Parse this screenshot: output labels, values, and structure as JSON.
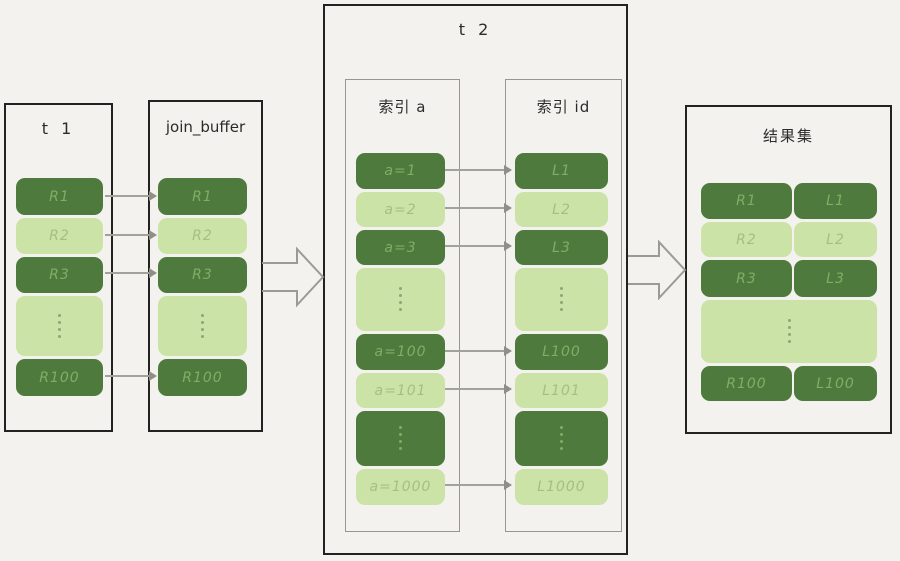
{
  "colors": {
    "page_bg": "#f4f2ee",
    "cell_dark": "#4e7b3d",
    "cell_light": "#cbe3a7",
    "text_on_dark": "#7fae65",
    "text_on_light": "#a4c07e",
    "box_border_dark": "#222220",
    "box_border_gray": "#98968f",
    "arrow_gray": "#9b9a93"
  },
  "t1": {
    "title": "t 1",
    "rows": [
      {
        "label": "R1",
        "shade": "dark"
      },
      {
        "label": "R2",
        "shade": "light"
      },
      {
        "label": "R3",
        "shade": "dark"
      },
      {
        "label": "⋮",
        "shade": "light",
        "dots": true
      },
      {
        "label": "R100",
        "shade": "dark"
      }
    ]
  },
  "join_buffer": {
    "title": "join_buffer",
    "rows": [
      {
        "label": "R1",
        "shade": "dark"
      },
      {
        "label": "R2",
        "shade": "light"
      },
      {
        "label": "R3",
        "shade": "dark"
      },
      {
        "label": "⋮",
        "shade": "light",
        "dots": true
      },
      {
        "label": "R100",
        "shade": "dark"
      }
    ]
  },
  "t2": {
    "title": "t 2",
    "index_a": {
      "title": "索引 a",
      "rows": [
        {
          "label": "a=1",
          "shade": "dark"
        },
        {
          "label": "a=2",
          "shade": "light"
        },
        {
          "label": "a=3",
          "shade": "dark"
        },
        {
          "label": "⋮",
          "shade": "light",
          "dots": true
        },
        {
          "label": "a=100",
          "shade": "dark"
        },
        {
          "label": "a=101",
          "shade": "light"
        },
        {
          "label": "⋮",
          "shade": "dark",
          "dots": true
        },
        {
          "label": "a=1000",
          "shade": "light"
        }
      ]
    },
    "index_id": {
      "title": "索引 id",
      "rows": [
        {
          "label": "L1",
          "shade": "dark"
        },
        {
          "label": "L2",
          "shade": "light"
        },
        {
          "label": "L3",
          "shade": "dark"
        },
        {
          "label": "⋮",
          "shade": "light",
          "dots": true
        },
        {
          "label": "L100",
          "shade": "dark"
        },
        {
          "label": "L101",
          "shade": "light"
        },
        {
          "label": "⋮",
          "shade": "dark",
          "dots": true
        },
        {
          "label": "L1000",
          "shade": "light"
        }
      ]
    }
  },
  "result": {
    "title": "结果集",
    "rows": [
      {
        "left": "R1",
        "right": "L1",
        "shade": "dark"
      },
      {
        "left": "R2",
        "right": "L2",
        "shade": "light"
      },
      {
        "left": "R3",
        "right": "L3",
        "shade": "dark"
      },
      {
        "shade": "light",
        "dots": true
      },
      {
        "left": "R100",
        "right": "L100",
        "shade": "dark"
      }
    ]
  }
}
